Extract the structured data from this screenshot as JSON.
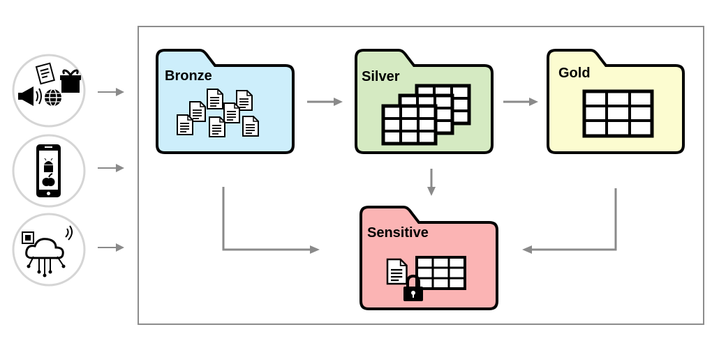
{
  "colors": {
    "bronze": "#cdeefb",
    "silver": "#d5eac2",
    "gold": "#fcfcd0",
    "sensitive": "#fbb4b4",
    "border": "#8c8c8c",
    "arrow": "#8a8a8a"
  },
  "sources": [
    {
      "icons": [
        "megaphone-icon",
        "document-icon",
        "globe-icon",
        "gift-icon"
      ]
    },
    {
      "icons": [
        "smartphone-icon",
        "android-icon",
        "apple-icon"
      ]
    },
    {
      "icons": [
        "cloud-icon",
        "chip-icon",
        "wireless-icon"
      ]
    }
  ],
  "folders": {
    "bronze": {
      "label": "Bronze",
      "content": "documents"
    },
    "silver": {
      "label": "Silver",
      "content": "stacked-tables"
    },
    "gold": {
      "label": "Gold",
      "content": "table"
    },
    "sensitive": {
      "label": "Sensitive",
      "content": "document-lock-table"
    }
  }
}
